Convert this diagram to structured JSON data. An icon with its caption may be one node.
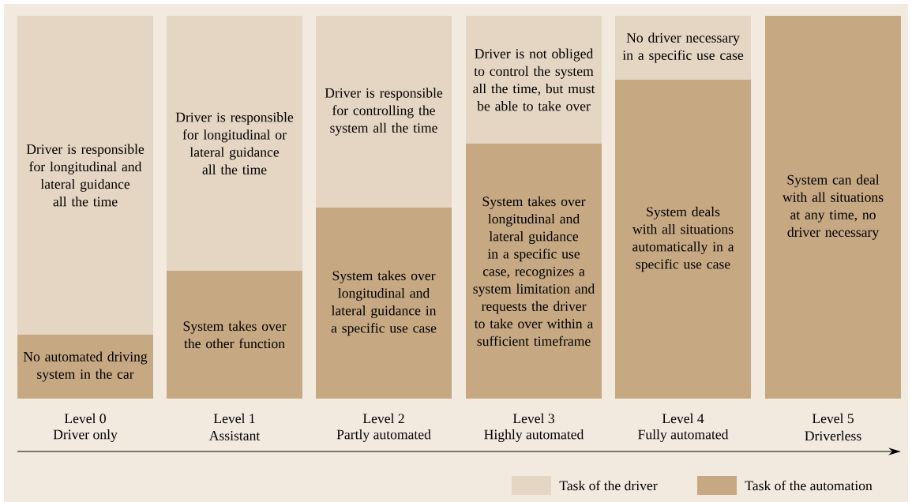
{
  "diagram": {
    "nodes": [
      {
        "text": [
          "Driver is responsible for longitudinal and lateral guidance all the time"
        ]
      },
      {
        "text": [
          "No automated driving system in the car"
        ]
      },
      {
        "text": [
          "Driver is responsible for longitudinal or lateral guidance all the time"
        ]
      },
      {
        "text": [
          "System takes over the other function"
        ]
      },
      {
        "text": [
          "Driver is responsible for controlling the system all the time"
        ]
      },
      {
        "text": [
          "System takes over longitudinal and lateral guidance in a specific use case"
        ]
      },
      {
        "text": [
          "Driver is not obliged to control the system all the time, but must be able to take over"
        ]
      },
      {
        "text": [
          "System takes over longitudinal and lateral guidance in a specific use case, recognizes a system limitation and requests the driver to take over within a sufficient timeframe"
        ]
      },
      {
        "text": [
          "No driver necessary in a specific use case"
        ]
      },
      {
        "text": [
          "System deals with all situations automatically in a specific use case"
        ]
      },
      {
        "text": [
          "System can deal with all situations at any time, no driver necessary"
        ]
      }
    ],
    "labels": [
      "Level 0",
      "Driver only",
      "Level 1",
      "Assistant",
      "Level 2",
      "Partly automated",
      "Level 3",
      "Highly automated",
      "Level 4",
      "Fully automated",
      "Level 5",
      "Driverless"
    ],
    "legend": [
      {
        "text": "Task of the driver",
        "color": "#e5d5c3"
      },
      {
        "text": "Task of the automation",
        "color": "#c6a883"
      }
    ]
  }
}
